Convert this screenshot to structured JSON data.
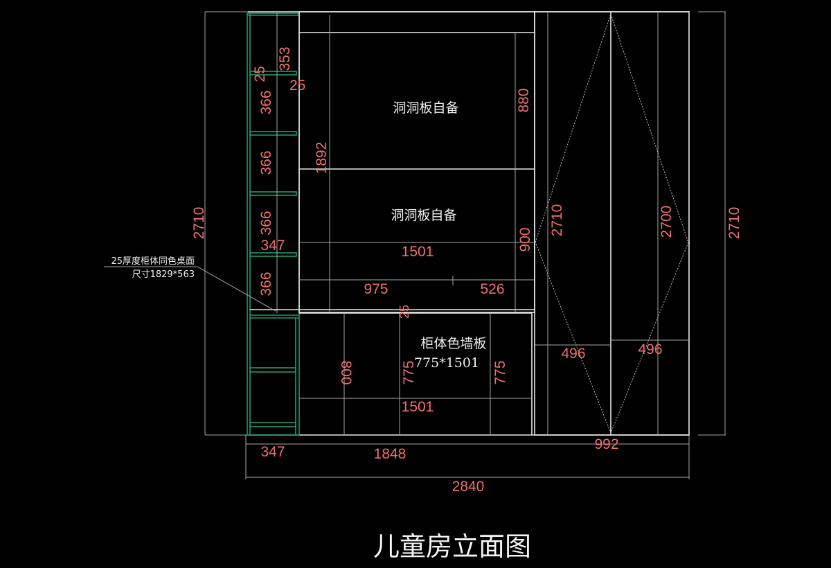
{
  "drawing": {
    "title": "儿童房立面图",
    "colors": {
      "background": "#000000",
      "outline": "#e8e8e8",
      "cabinet": "#1f9b6e",
      "dimension_text": "#f07070",
      "label_text": "#f0f0f0"
    },
    "labels": {
      "pegboard_upper": "洞洞板自备",
      "pegboard_lower": "洞洞板自备",
      "wall_panel_name": "柜体色墙板",
      "wall_panel_size": "775*1501",
      "desk_note_line1": "25厚度柜体同色桌面",
      "desk_note_line2": "尺寸1829*563"
    },
    "dimensions": {
      "shelf_top": "353",
      "shelf_thickness_v": "25",
      "shelf_thickness_h": "25",
      "shelf_1": "366",
      "shelf_2": "366",
      "shelf_3": "366",
      "shelf_4": "366",
      "shelf_depth": "347",
      "left_total_height": "2710",
      "pegboard_zone_height": "1892",
      "pegboard_upper_height": "880",
      "pegboard_lower_height": "900",
      "desk_width": "1501",
      "desk_left": "975",
      "desk_right": "526",
      "desk_thickness": "25",
      "lower_panel_height": "800",
      "wall_panel_h_left": "775",
      "wall_panel_h_right": "775",
      "wall_panel_width": "1501",
      "wardrobe_height_left": "2710",
      "wardrobe_door_height": "2700",
      "right_total_height": "2710",
      "door_left_width": "496",
      "door_right_width": "496",
      "wardrobe_width": "992",
      "bottom_shelf_width": "347",
      "bottom_middle_width": "1848",
      "overall_width": "2840"
    }
  }
}
